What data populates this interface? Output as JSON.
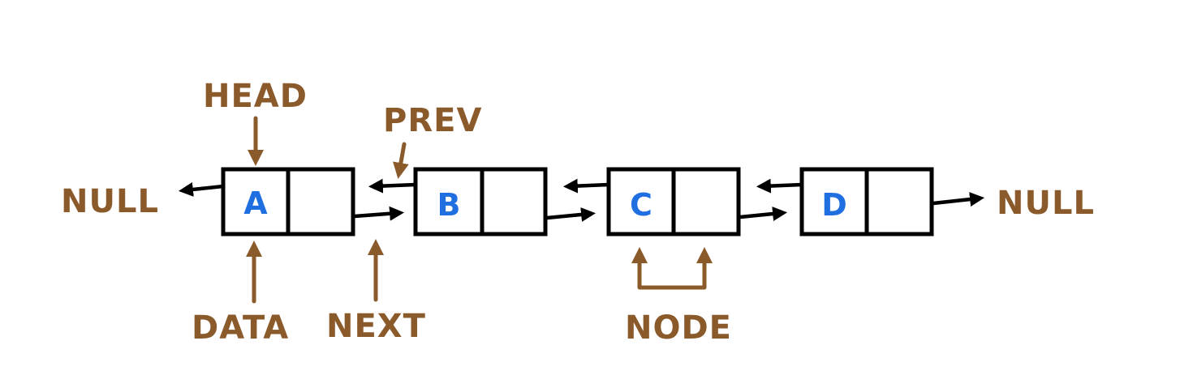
{
  "colors": {
    "label": "#8b5a2b",
    "node_letter": "#1f6fe0",
    "stroke": "#000000",
    "background": "#ffffff"
  },
  "labels": {
    "head": "HEAD",
    "prev": "PREV",
    "data": "DATA",
    "next": "NEXT",
    "node": "NODE",
    "null_left": "NULL",
    "null_right": "NULL"
  },
  "nodes": [
    {
      "data": "A"
    },
    {
      "data": "B"
    },
    {
      "data": "C"
    },
    {
      "data": "D"
    }
  ]
}
